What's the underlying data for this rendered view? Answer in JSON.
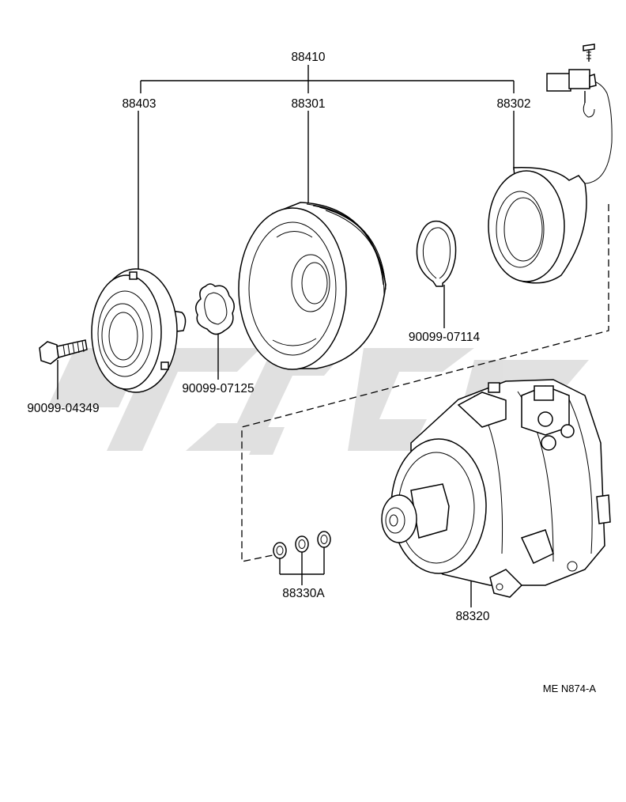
{
  "parts": {
    "assembly": "88410",
    "pressure_plate": "88403",
    "pulley": "88301",
    "stator": "88302",
    "bolt": "90099-04349",
    "shim": "90099-07125",
    "snap_ring": "90099-07114",
    "compressor": "88320",
    "o_rings": "88330A"
  },
  "figure_code": "ME N874-A",
  "watermark": {
    "color": "#c8c8c8"
  }
}
